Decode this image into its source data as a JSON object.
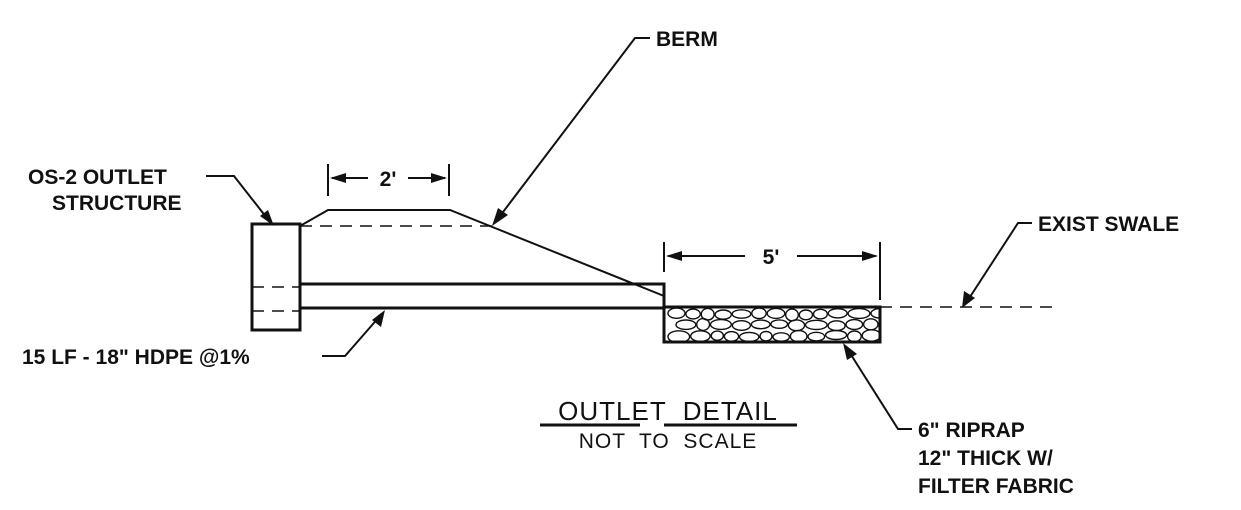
{
  "labels": {
    "berm": "BERM",
    "structure_line1": "OS-2 OUTLET",
    "structure_line2": "STRUCTURE",
    "dim_berm_top": "2'",
    "dim_riprap": "5'",
    "exist_swale": "EXIST SWALE",
    "pipe": "15 LF - 18\" HDPE @1%",
    "riprap_line1": "6\" RIPRAP",
    "riprap_line2": "12\" THICK W/",
    "riprap_line3": "FILTER FABRIC"
  },
  "title": {
    "main": "OUTLET  DETAIL",
    "sub": "NOT  TO  SCALE"
  },
  "colors": {
    "ink": "#111111",
    "paper": "#ffffff"
  }
}
